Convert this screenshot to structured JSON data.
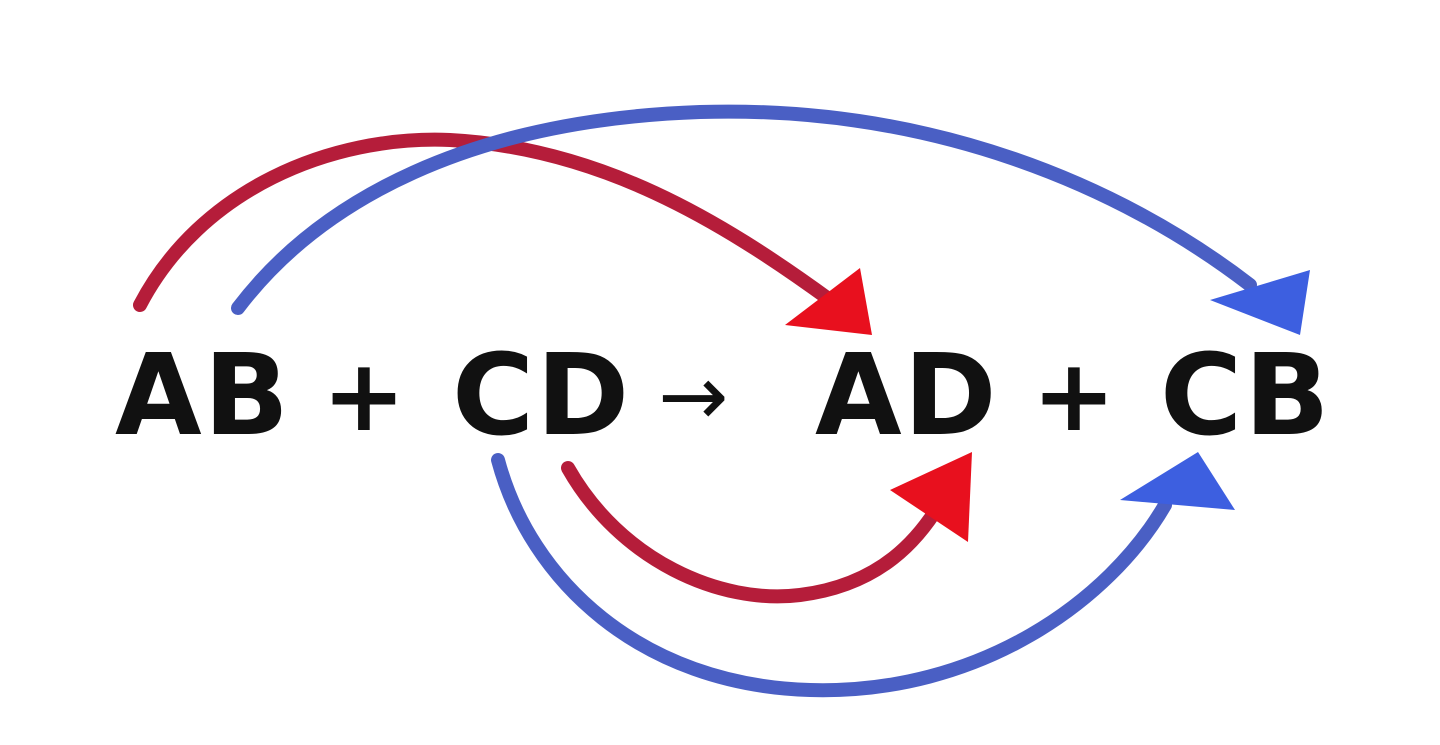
{
  "equation": {
    "reactant_1": "AB",
    "plus_1": "+",
    "reactant_2": "CD",
    "yields": "→",
    "product_1": "AD",
    "plus_2": "+",
    "product_2": "CB"
  },
  "colors": {
    "red_arrow": "#c0152f",
    "red_head": "#e8101e",
    "blue_arrow": "#4a5fc4",
    "blue_head": "#3d5fe0",
    "text": "#111111"
  }
}
